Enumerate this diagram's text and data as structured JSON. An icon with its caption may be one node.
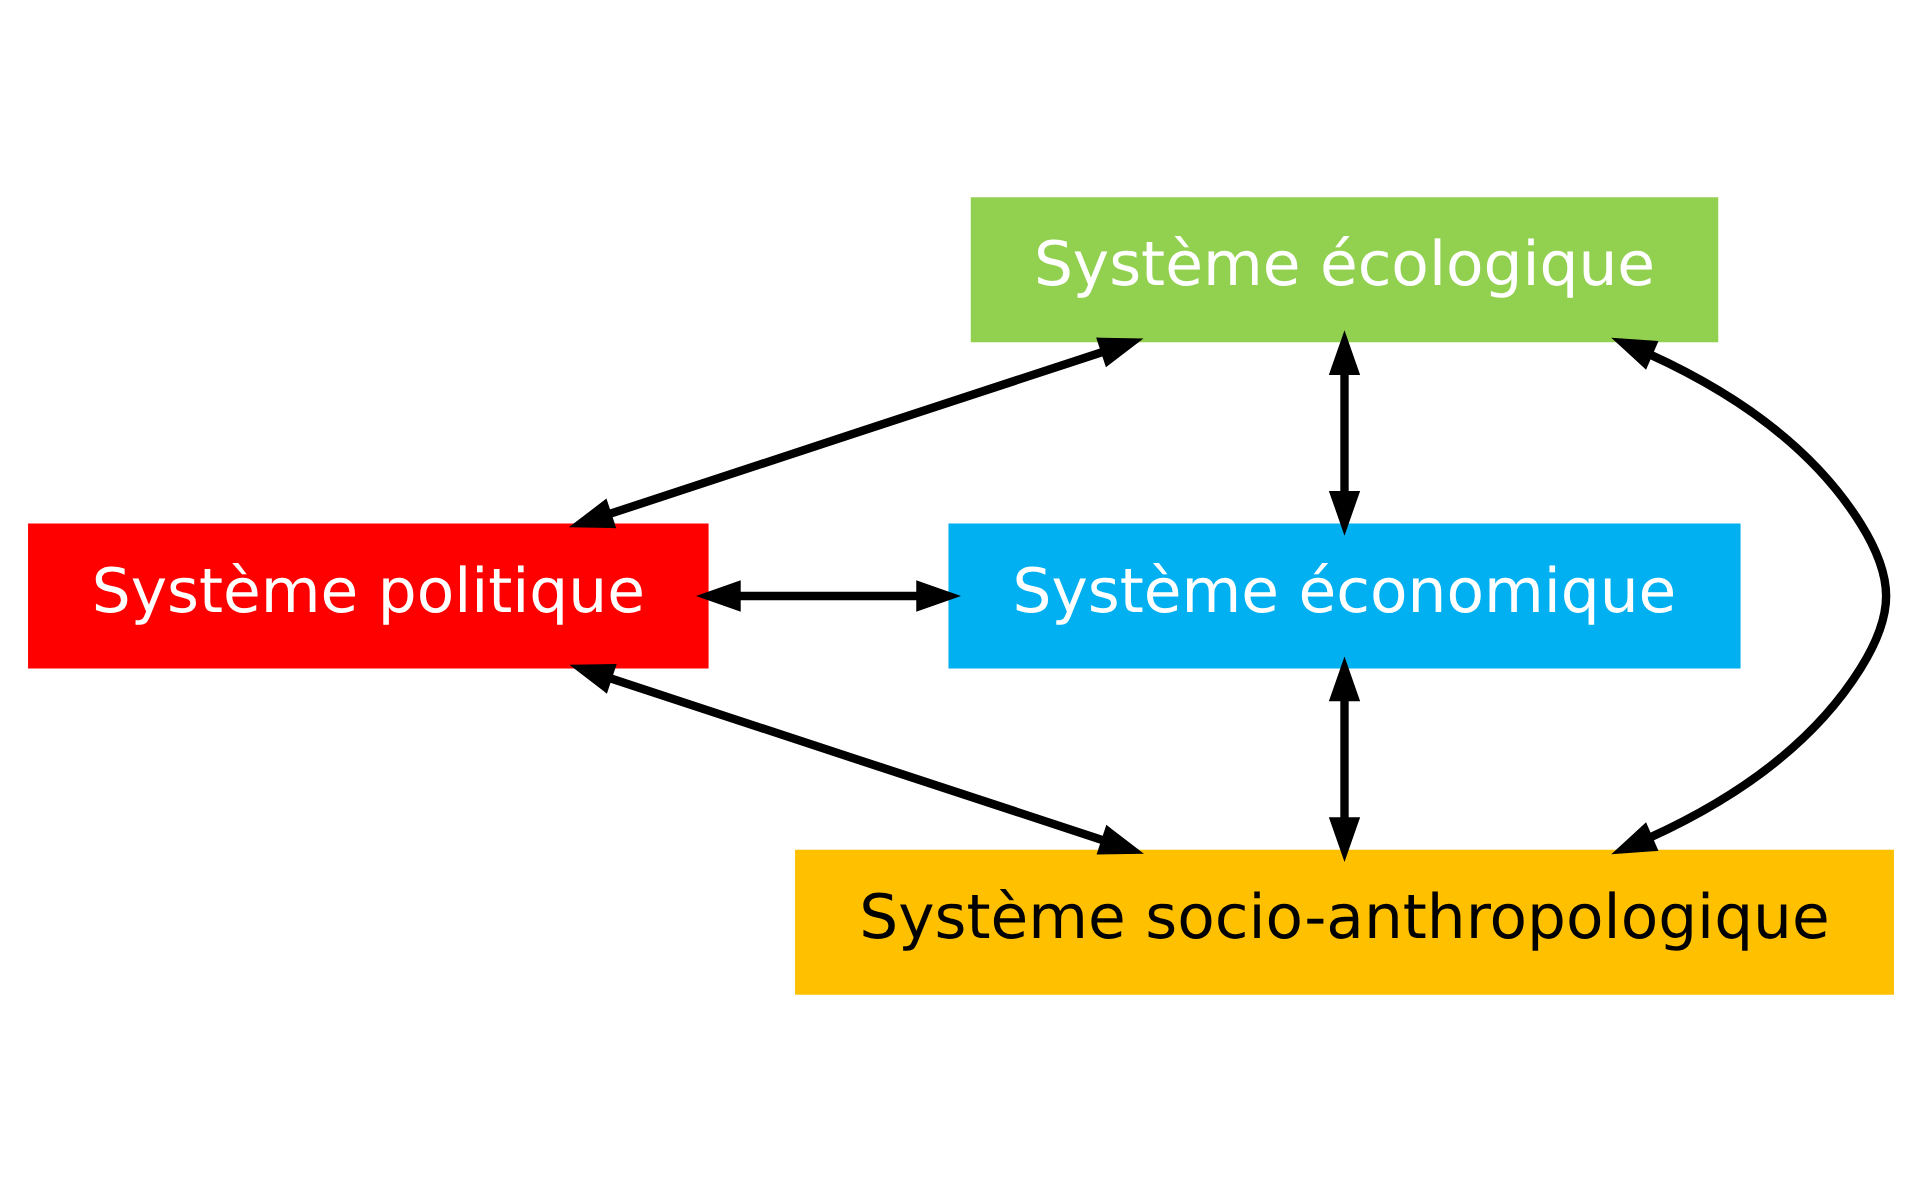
{
  "diagram": {
    "nodes": [
      {
        "text": [
          "Système écologique"
        ]
      },
      {
        "text": [
          "Système politique"
        ]
      },
      {
        "text": [
          "Système économique"
        ]
      },
      {
        "text": [
          "Système socio-anthropologique"
        ]
      }
    ],
    "edges": [
      {
        "from": 0,
        "to": 1,
        "arrow": "both"
      },
      {
        "from": 0,
        "to": 2,
        "arrow": "both"
      },
      {
        "from": 0,
        "to": 3,
        "arrow": "both"
      },
      {
        "from": 1,
        "to": 2,
        "arrow": "both"
      },
      {
        "from": 1,
        "to": 3,
        "arrow": "both"
      },
      {
        "from": 2,
        "to": 3,
        "arrow": "both"
      }
    ]
  }
}
